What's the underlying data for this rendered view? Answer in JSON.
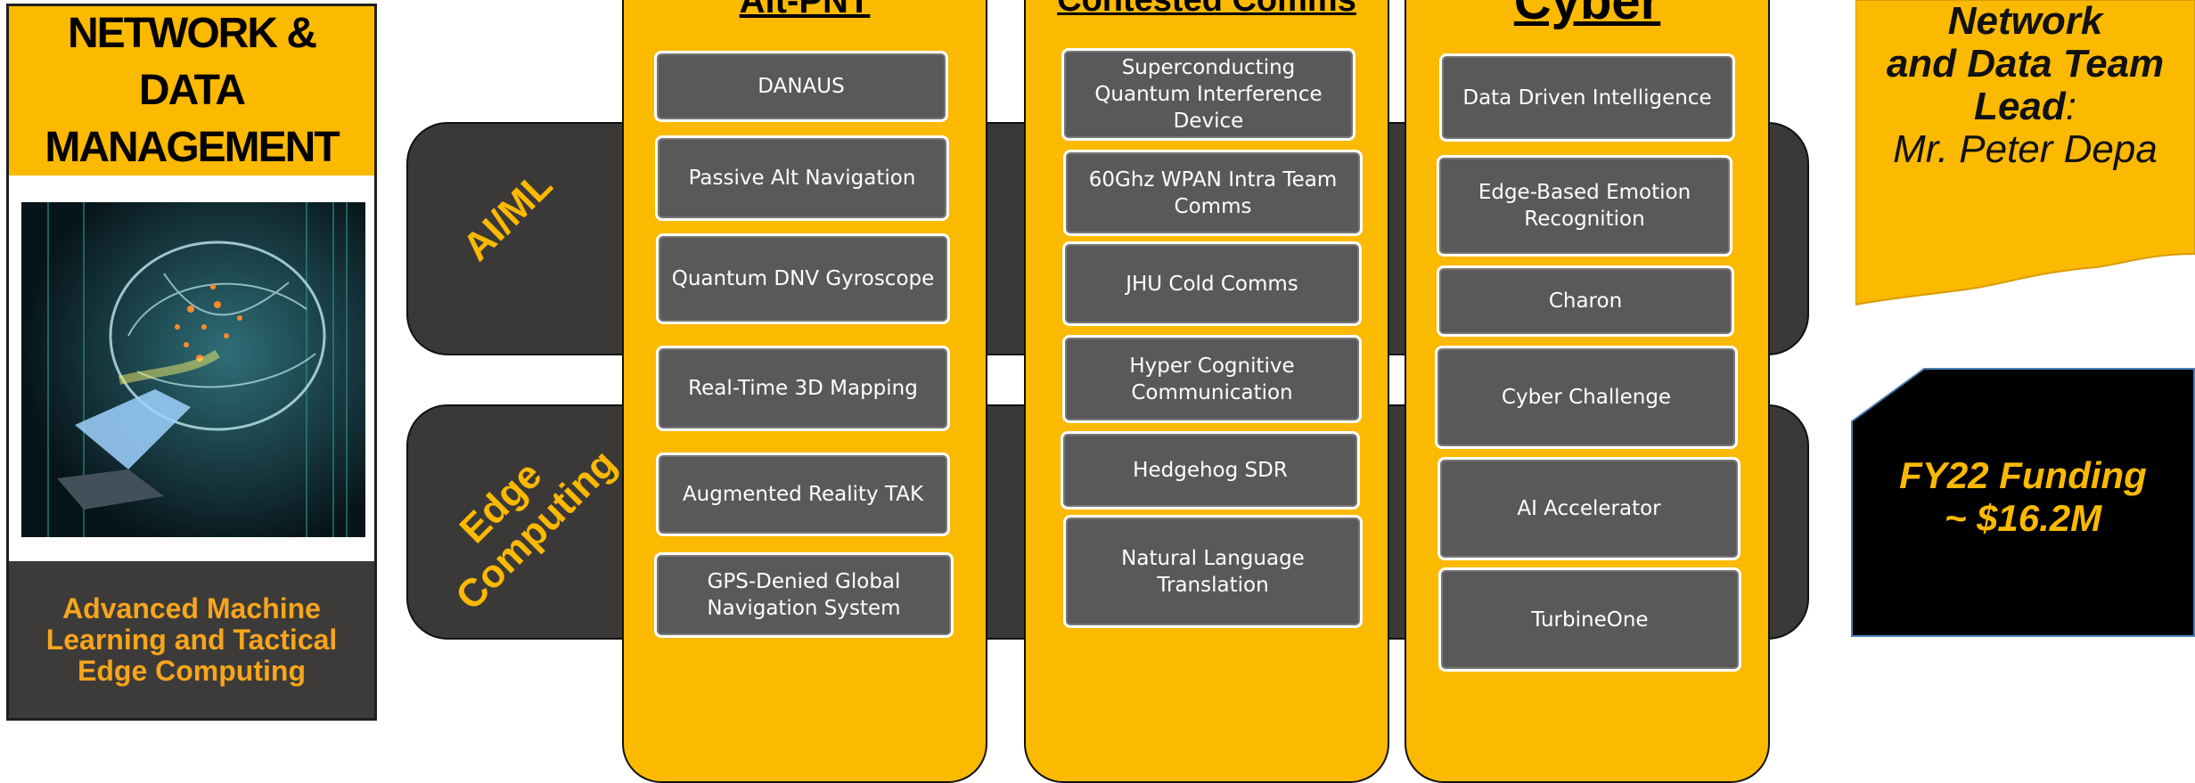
{
  "left_panel": {
    "title": "NETWORK & DATA MANAGEMENT",
    "caption": "Advanced Machine Learning and Tactical Edge Computing"
  },
  "bands": [
    {
      "label": "AI/ML"
    },
    {
      "label": "Edge\nComputing"
    }
  ],
  "columns": [
    {
      "title": "Alt-PNT",
      "items": [
        "DANAUS",
        "Passive Alt Navigation",
        "Quantum DNV Gyroscope",
        "Real-Time 3D Mapping",
        "Augmented Reality TAK",
        "GPS-Denied Global Navigation System"
      ]
    },
    {
      "title": "Contested Comms",
      "items": [
        "Superconducting Quantum Interference Device",
        "60Ghz WPAN Intra Team Comms",
        "JHU Cold Comms",
        "Hyper Cognitive Communication",
        "Hedgehog SDR",
        "Natural Language Translation"
      ]
    },
    {
      "title": "Cyber",
      "items": [
        "Data Driven Intelligence",
        "Edge-Based Emotion Recognition",
        "Charon",
        "Cyber Challenge",
        "AI Accelerator",
        "TurbineOne"
      ]
    }
  ],
  "lead": {
    "line1": "Network",
    "line2": "and  Data Team",
    "line3": "Lead",
    "colon": ":",
    "name": "Mr. Peter Depa"
  },
  "funding": {
    "line1": "FY22 Funding",
    "line2": "~ $16.2M"
  },
  "colors": {
    "accent": "#fbb900",
    "dark": "#3b3938",
    "item": "#595959"
  }
}
